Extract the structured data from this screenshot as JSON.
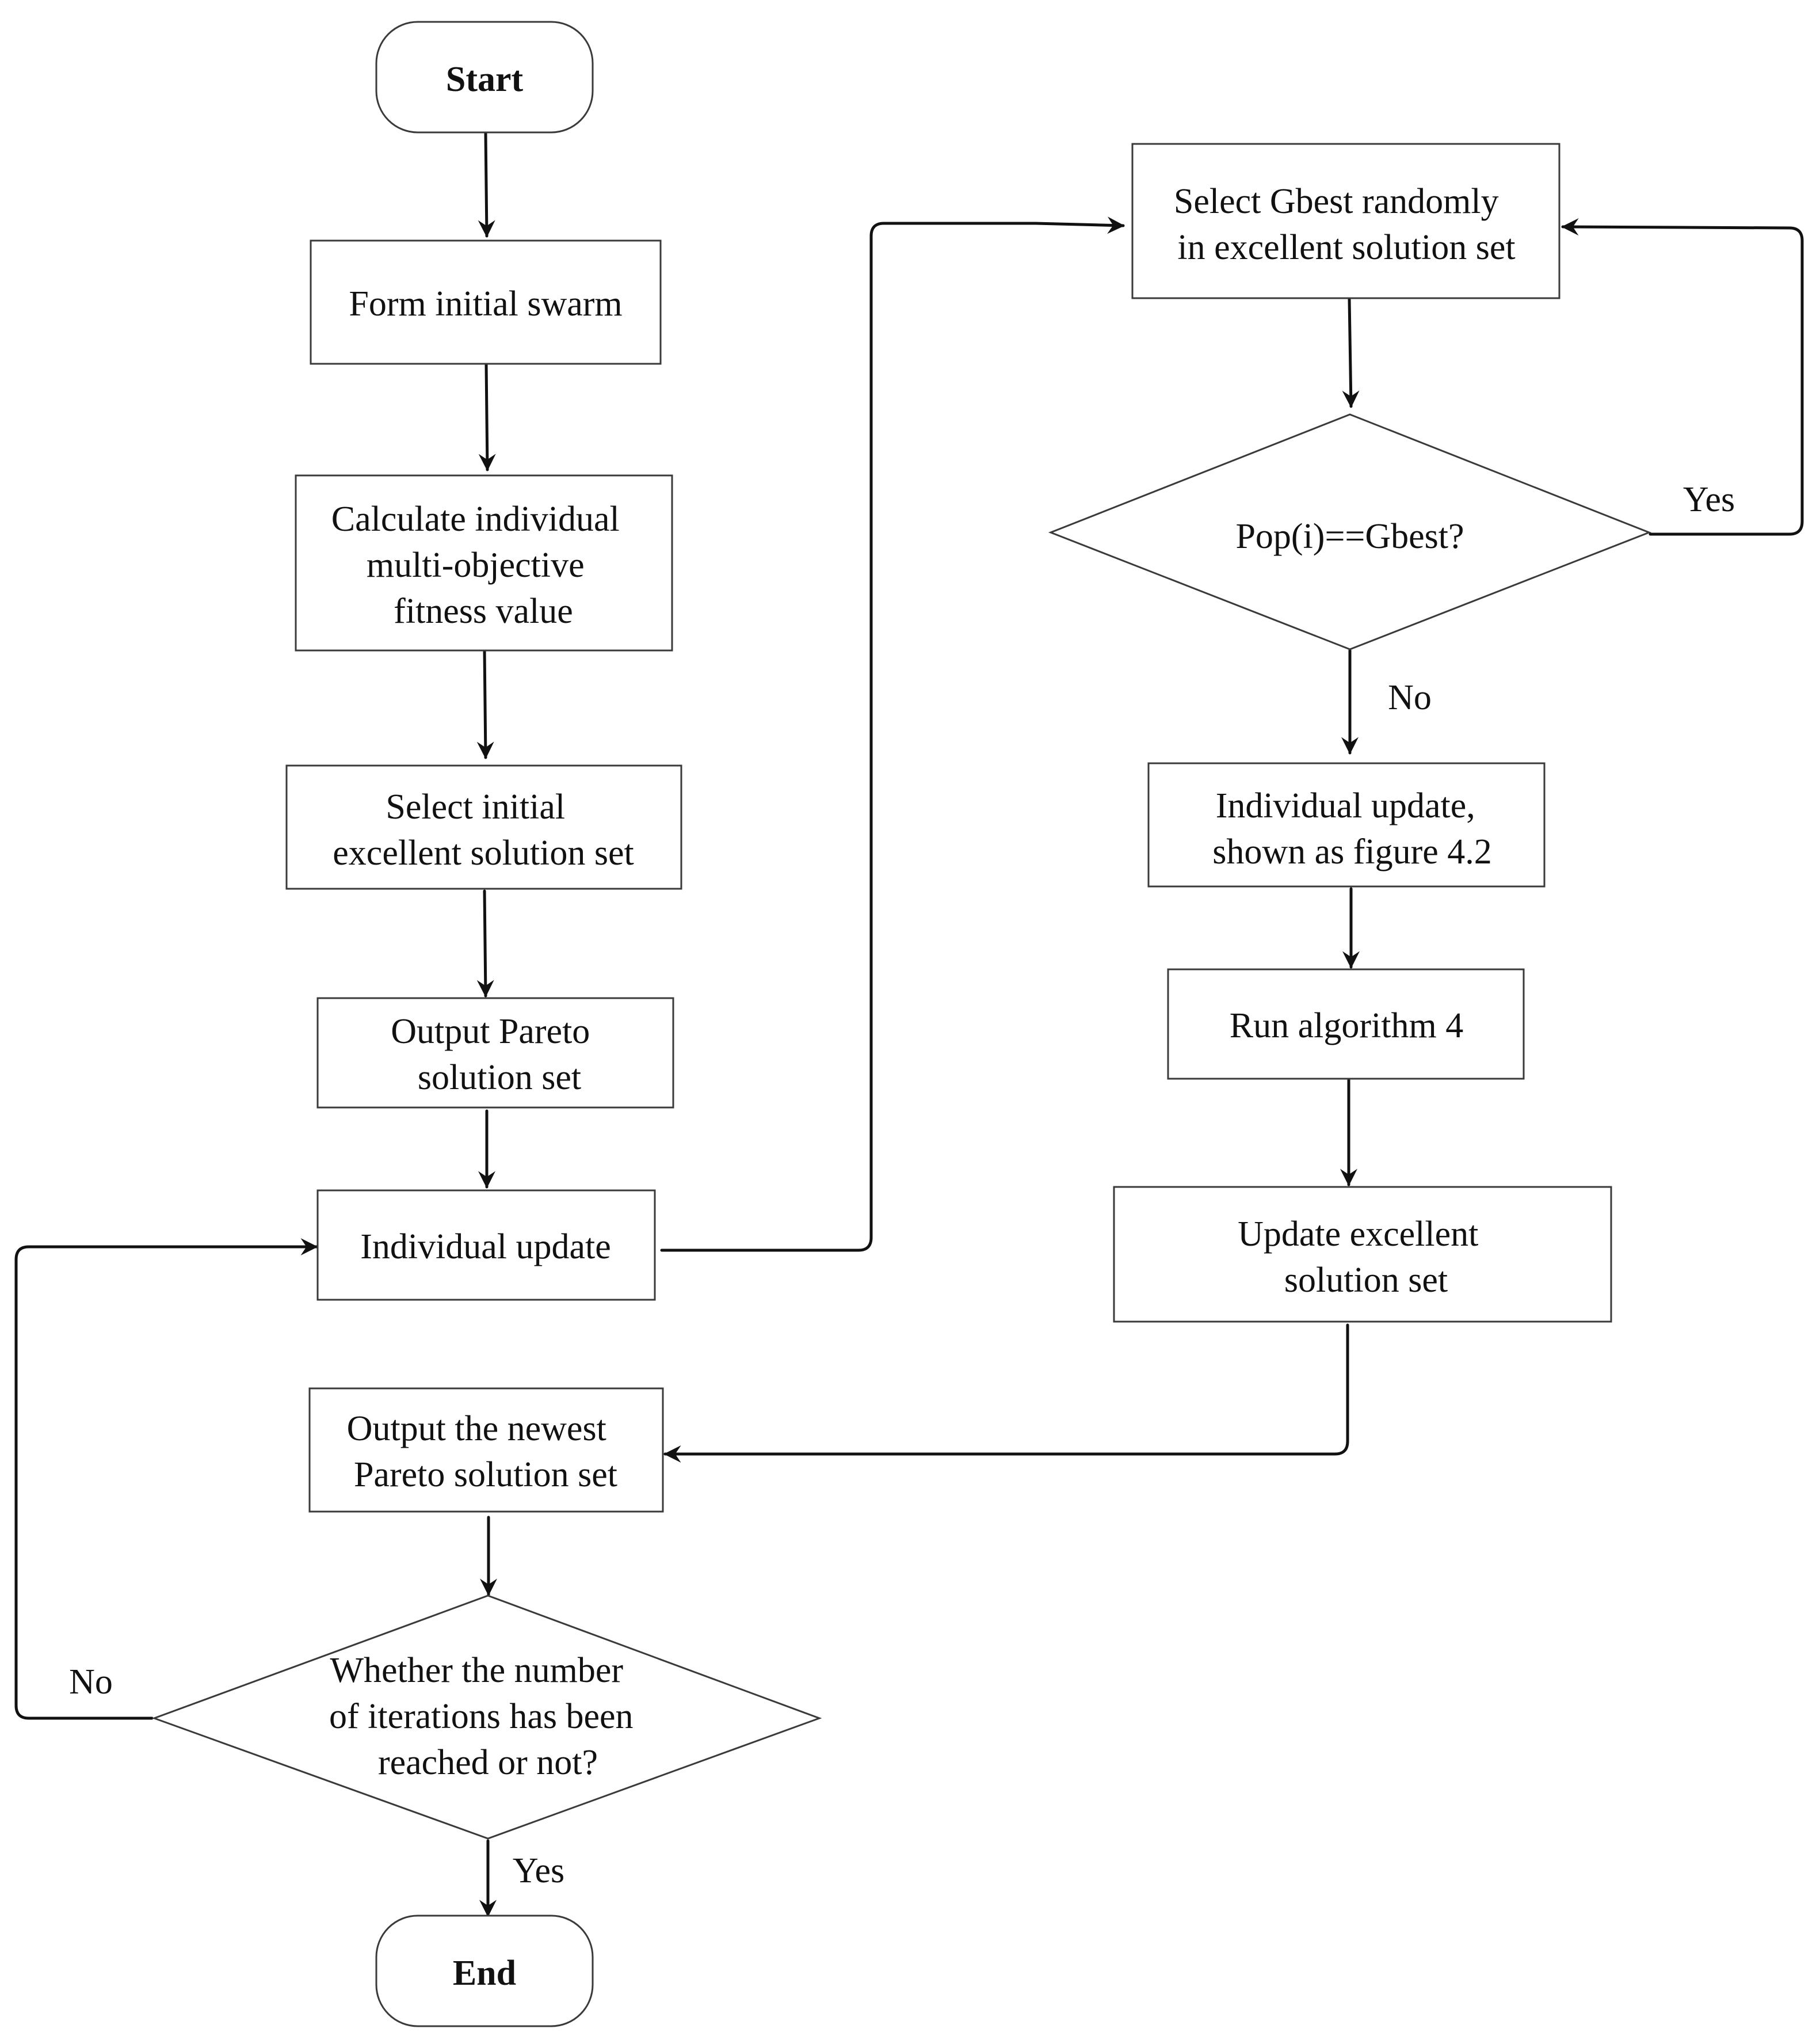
{
  "nodes": {
    "start": "Start",
    "form_swarm": "Form initial swarm",
    "calc_fitness": [
      "Calculate individual",
      "multi-objective",
      "fitness value"
    ],
    "select_initial": [
      "Select initial",
      "excellent solution set"
    ],
    "output_pareto": [
      "Output Pareto",
      "solution set"
    ],
    "individual_update": "Individual update",
    "output_newest": [
      "Output the newest",
      "Pareto solution set"
    ],
    "whether_iterations": [
      "Whether the number",
      "of iterations has been",
      "reached or not?"
    ],
    "end": "End",
    "select_gbest": [
      "Select Gbest randomly",
      "in excellent solution set"
    ],
    "pop_gbest": "Pop(i)==Gbest?",
    "individual_update_fig": [
      "Individual update,",
      "shown as figure 4.2"
    ],
    "run_algorithm": "Run algorithm 4",
    "update_excellent": [
      "Update excellent",
      "solution set"
    ]
  },
  "edge_labels": {
    "pop_yes": "Yes",
    "pop_no": "No",
    "iter_no": "No",
    "iter_yes": "Yes"
  },
  "colors": {
    "stroke": "#3a3a3a",
    "arrow": "#111111",
    "background": "#ffffff"
  }
}
